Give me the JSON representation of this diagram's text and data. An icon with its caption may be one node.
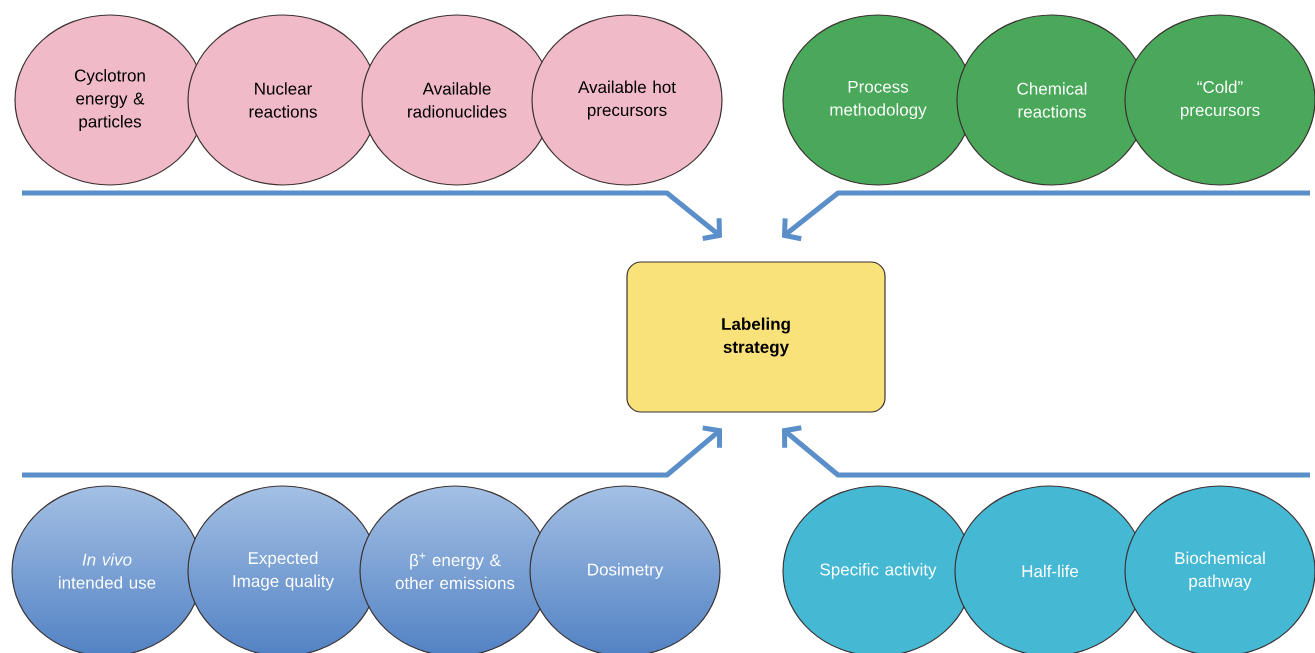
{
  "diagram": {
    "nodes": [
      {
        "text": [
          "Cyclotron energy & particles"
        ]
      },
      {
        "text": [
          "Nuclear reactions"
        ]
      },
      {
        "text": [
          "Available radionuclides"
        ]
      },
      {
        "text": [
          "Available hot precursors"
        ]
      },
      {
        "text": [
          "Process methodology"
        ]
      },
      {
        "text": [
          "Chemical reactions"
        ]
      },
      {
        "text": [
          "“Cold” precursors"
        ]
      },
      {
        "text": [
          "Labeling strategy"
        ]
      },
      {
        "text": [
          "*In vivo* intended use"
        ]
      },
      {
        "text": [
          "Expected Image quality"
        ]
      },
      {
        "text": [
          "β$^{+}$ energy & other emissions"
        ]
      },
      {
        "text": [
          "Dosimetry"
        ]
      },
      {
        "text": [
          "Specific activity"
        ]
      },
      {
        "text": [
          "Half-life"
        ]
      },
      {
        "text": [
          "Biochemical pathway"
        ]
      }
    ],
    "edges": [
      {
        "from": null,
        "to": 7,
        "arrow": "to"
      },
      {
        "from": null,
        "to": 7,
        "arrow": "to"
      },
      {
        "from": null,
        "to": 7,
        "arrow": "to"
      },
      {
        "from": null,
        "to": 7,
        "arrow": "to"
      }
    ]
  }
}
